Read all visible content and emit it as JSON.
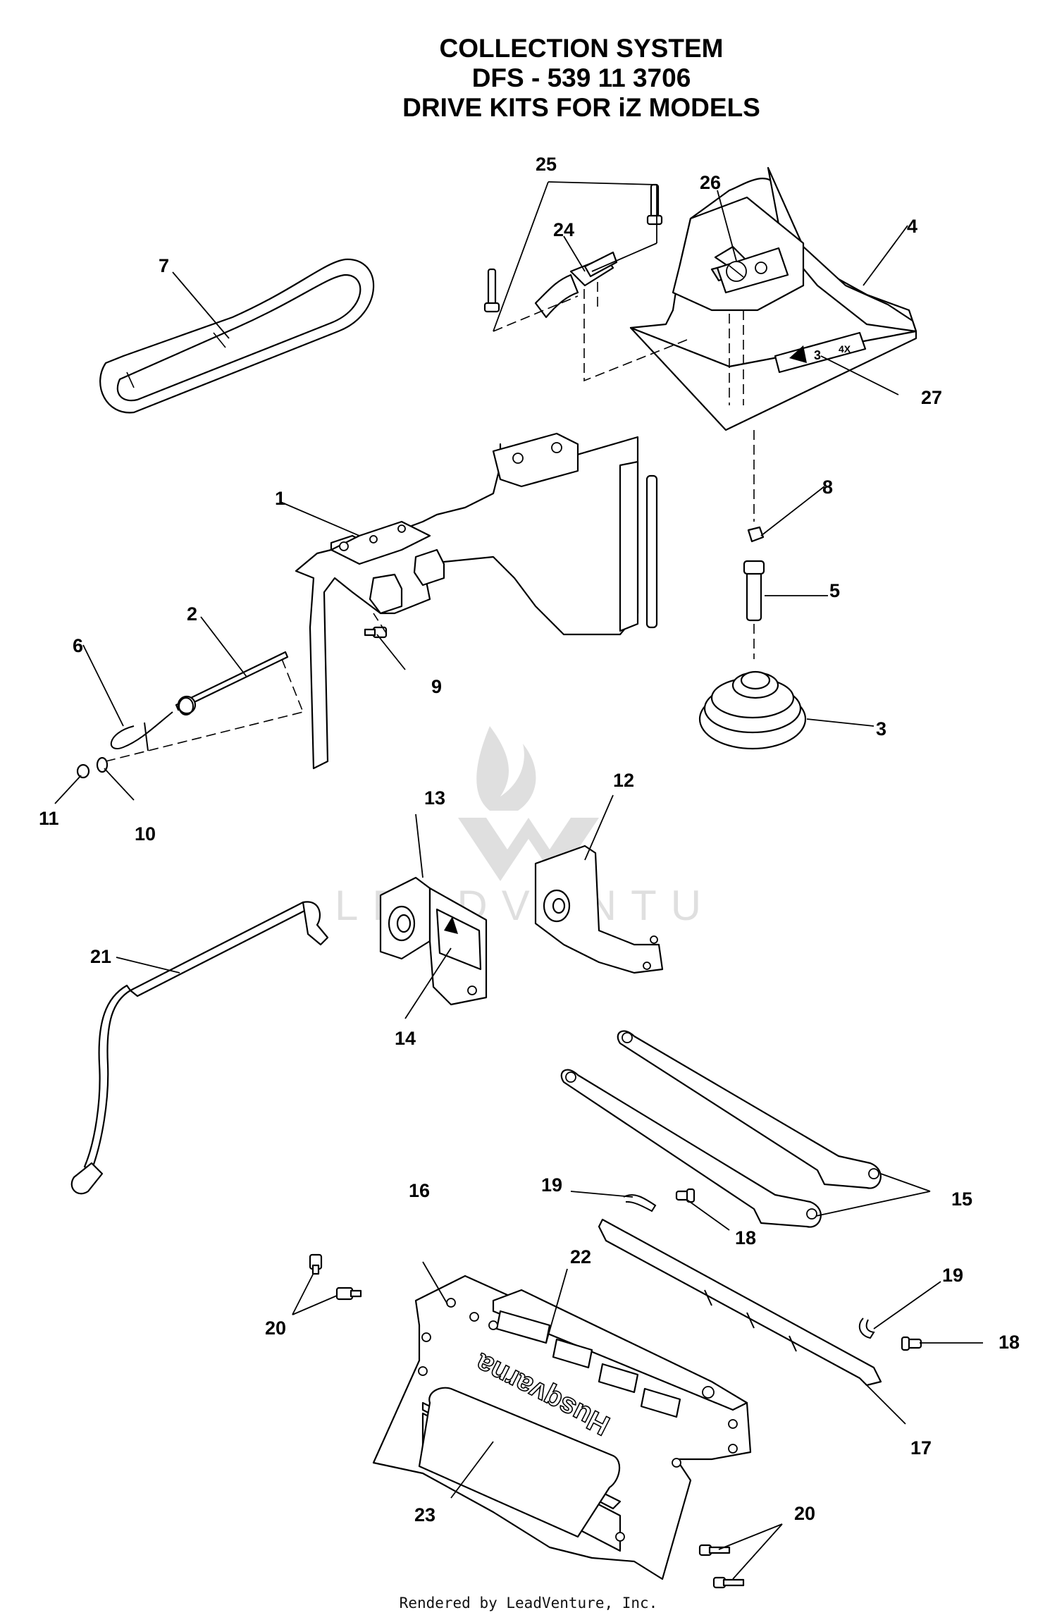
{
  "header": {
    "title_line1": "COLLECTION SYSTEM",
    "title_line2": "DFS - 539 11 3706",
    "title_line3": "DRIVE KITS FOR iZ MODELS"
  },
  "callouts": {
    "c1": "1",
    "c2": "2",
    "c3": "3",
    "c4": "4",
    "c5": "5",
    "c6": "6",
    "c7": "7",
    "c8": "8",
    "c9": "9",
    "c10": "10",
    "c11": "11",
    "c12": "12",
    "c13": "13",
    "c14": "14",
    "c15": "15",
    "c16": "16",
    "c17": "17",
    "c18a": "18",
    "c18b": "18",
    "c19a": "19",
    "c19b": "19",
    "c20a": "20",
    "c20b": "20",
    "c21": "21",
    "c22": "22",
    "c23": "23",
    "c24": "24",
    "c25": "25",
    "c26": "26",
    "c27": "27"
  },
  "decals": {
    "brand": "Husqvarna"
  },
  "watermark": {
    "text": "LEADVENTURE"
  },
  "footer": {
    "credit": "Rendered by LeadVenture, Inc."
  }
}
